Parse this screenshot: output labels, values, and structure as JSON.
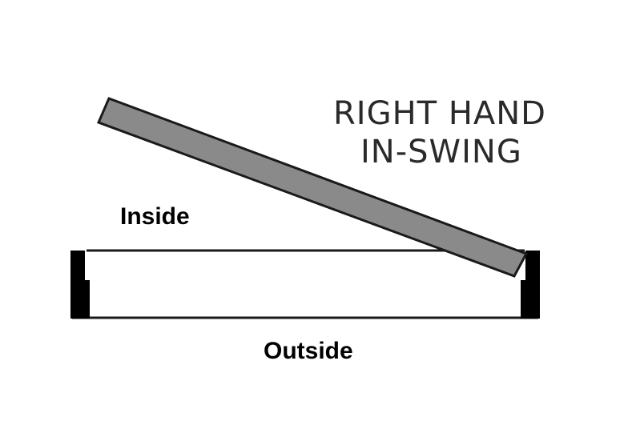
{
  "title": {
    "line1": "RIGHT HAND",
    "line2": "IN-SWING"
  },
  "labels": {
    "inside": "Inside",
    "outside": "Outside"
  },
  "colors": {
    "door_fill": "#8a8a8a",
    "outline": "#1a1a1a",
    "jamb": "#000000",
    "background": "#ffffff"
  }
}
